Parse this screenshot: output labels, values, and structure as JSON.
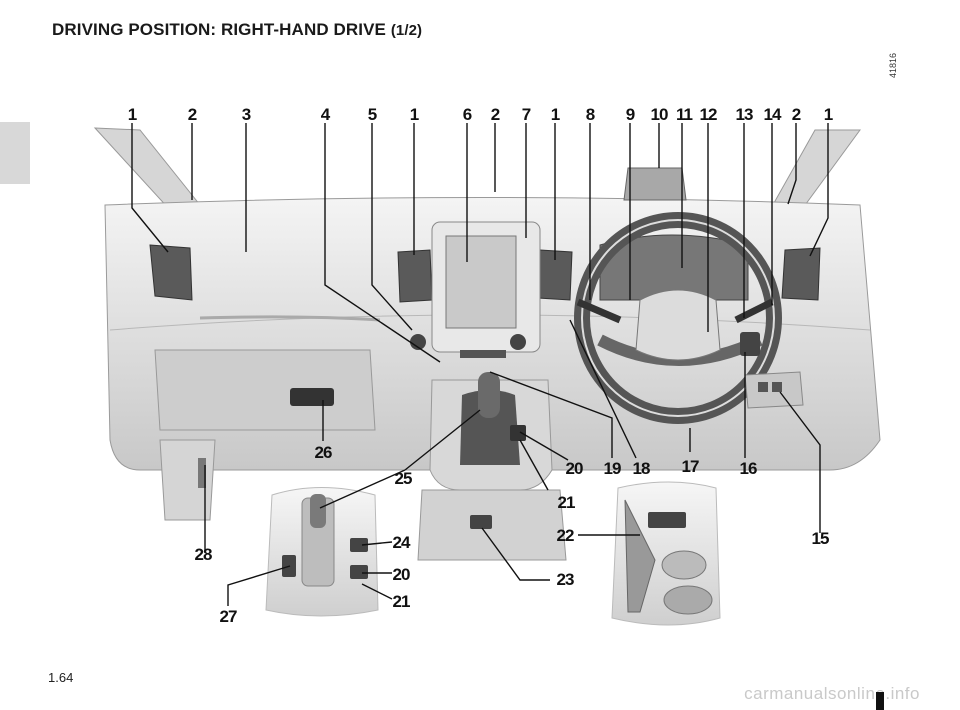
{
  "page": {
    "title": "DRIVING POSITION: RIGHT-HAND DRIVE",
    "title_suffix": "(1/2)",
    "side_code": "41816",
    "page_number": "1.64",
    "footer": "carmanualsonline.info"
  },
  "callouts": [
    {
      "id": "c1a",
      "text": "1"
    },
    {
      "id": "c2a",
      "text": "2"
    },
    {
      "id": "c3",
      "text": "3"
    },
    {
      "id": "c4",
      "text": "4"
    },
    {
      "id": "c5",
      "text": "5"
    },
    {
      "id": "c1b",
      "text": "1"
    },
    {
      "id": "c6",
      "text": "6"
    },
    {
      "id": "c2b",
      "text": "2"
    },
    {
      "id": "c7",
      "text": "7"
    },
    {
      "id": "c1c",
      "text": "1"
    },
    {
      "id": "c8",
      "text": "8"
    },
    {
      "id": "c9",
      "text": "9"
    },
    {
      "id": "c10",
      "text": "10"
    },
    {
      "id": "c11",
      "text": "11"
    },
    {
      "id": "c12",
      "text": "12"
    },
    {
      "id": "c13",
      "text": "13"
    },
    {
      "id": "c14",
      "text": "14"
    },
    {
      "id": "c2c",
      "text": "2"
    },
    {
      "id": "c1d",
      "text": "1"
    },
    {
      "id": "c26",
      "text": "26"
    },
    {
      "id": "c25",
      "text": "25"
    },
    {
      "id": "c20a",
      "text": "20"
    },
    {
      "id": "c19",
      "text": "19"
    },
    {
      "id": "c18",
      "text": "18"
    },
    {
      "id": "c17",
      "text": "17"
    },
    {
      "id": "c16",
      "text": "16"
    },
    {
      "id": "c21a",
      "text": "21"
    },
    {
      "id": "c22",
      "text": "22"
    },
    {
      "id": "c15",
      "text": "15"
    },
    {
      "id": "c23",
      "text": "23"
    },
    {
      "id": "c28",
      "text": "28"
    },
    {
      "id": "c24",
      "text": "24"
    },
    {
      "id": "c20b",
      "text": "20"
    },
    {
      "id": "c21b",
      "text": "21"
    },
    {
      "id": "c27",
      "text": "27"
    }
  ]
}
